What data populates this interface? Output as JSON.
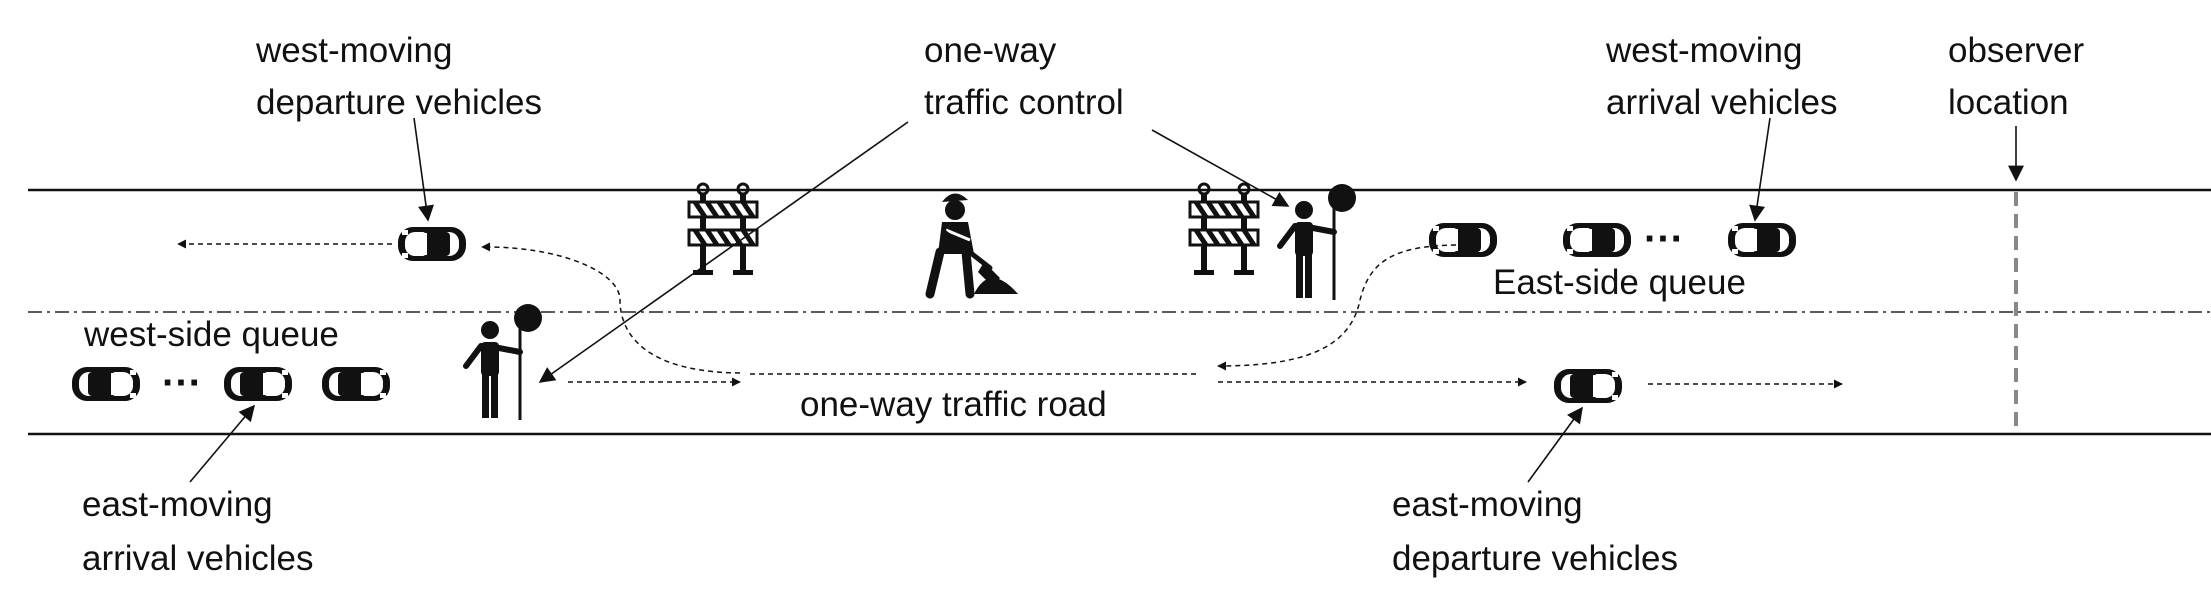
{
  "labels": {
    "west_departure_line1": "west-moving",
    "west_departure_line2": "departure vehicles",
    "control_line1": "one-way",
    "control_line2": "traffic control",
    "west_arrival_line1": "west-moving",
    "west_arrival_line2": "arrival vehicles",
    "observer_line1": "observer",
    "observer_line2": "location",
    "east_queue": "East-side queue",
    "west_queue": "west-side queue",
    "road": "one-way traffic road",
    "east_arrival_line1": "east-moving",
    "east_arrival_line2": "arrival vehicles",
    "east_departure_line1": "east-moving",
    "east_departure_line2": "departure vehicles",
    "ellipsis_east": "···",
    "ellipsis_west": "···"
  },
  "icons": [
    "car-icon",
    "road-barricade-icon",
    "road-worker-icon",
    "flagger-stop-sign-icon",
    "arrow-icon"
  ],
  "colors": {
    "ink": "#111111",
    "observer_line": "#888888",
    "background": "#ffffff"
  }
}
